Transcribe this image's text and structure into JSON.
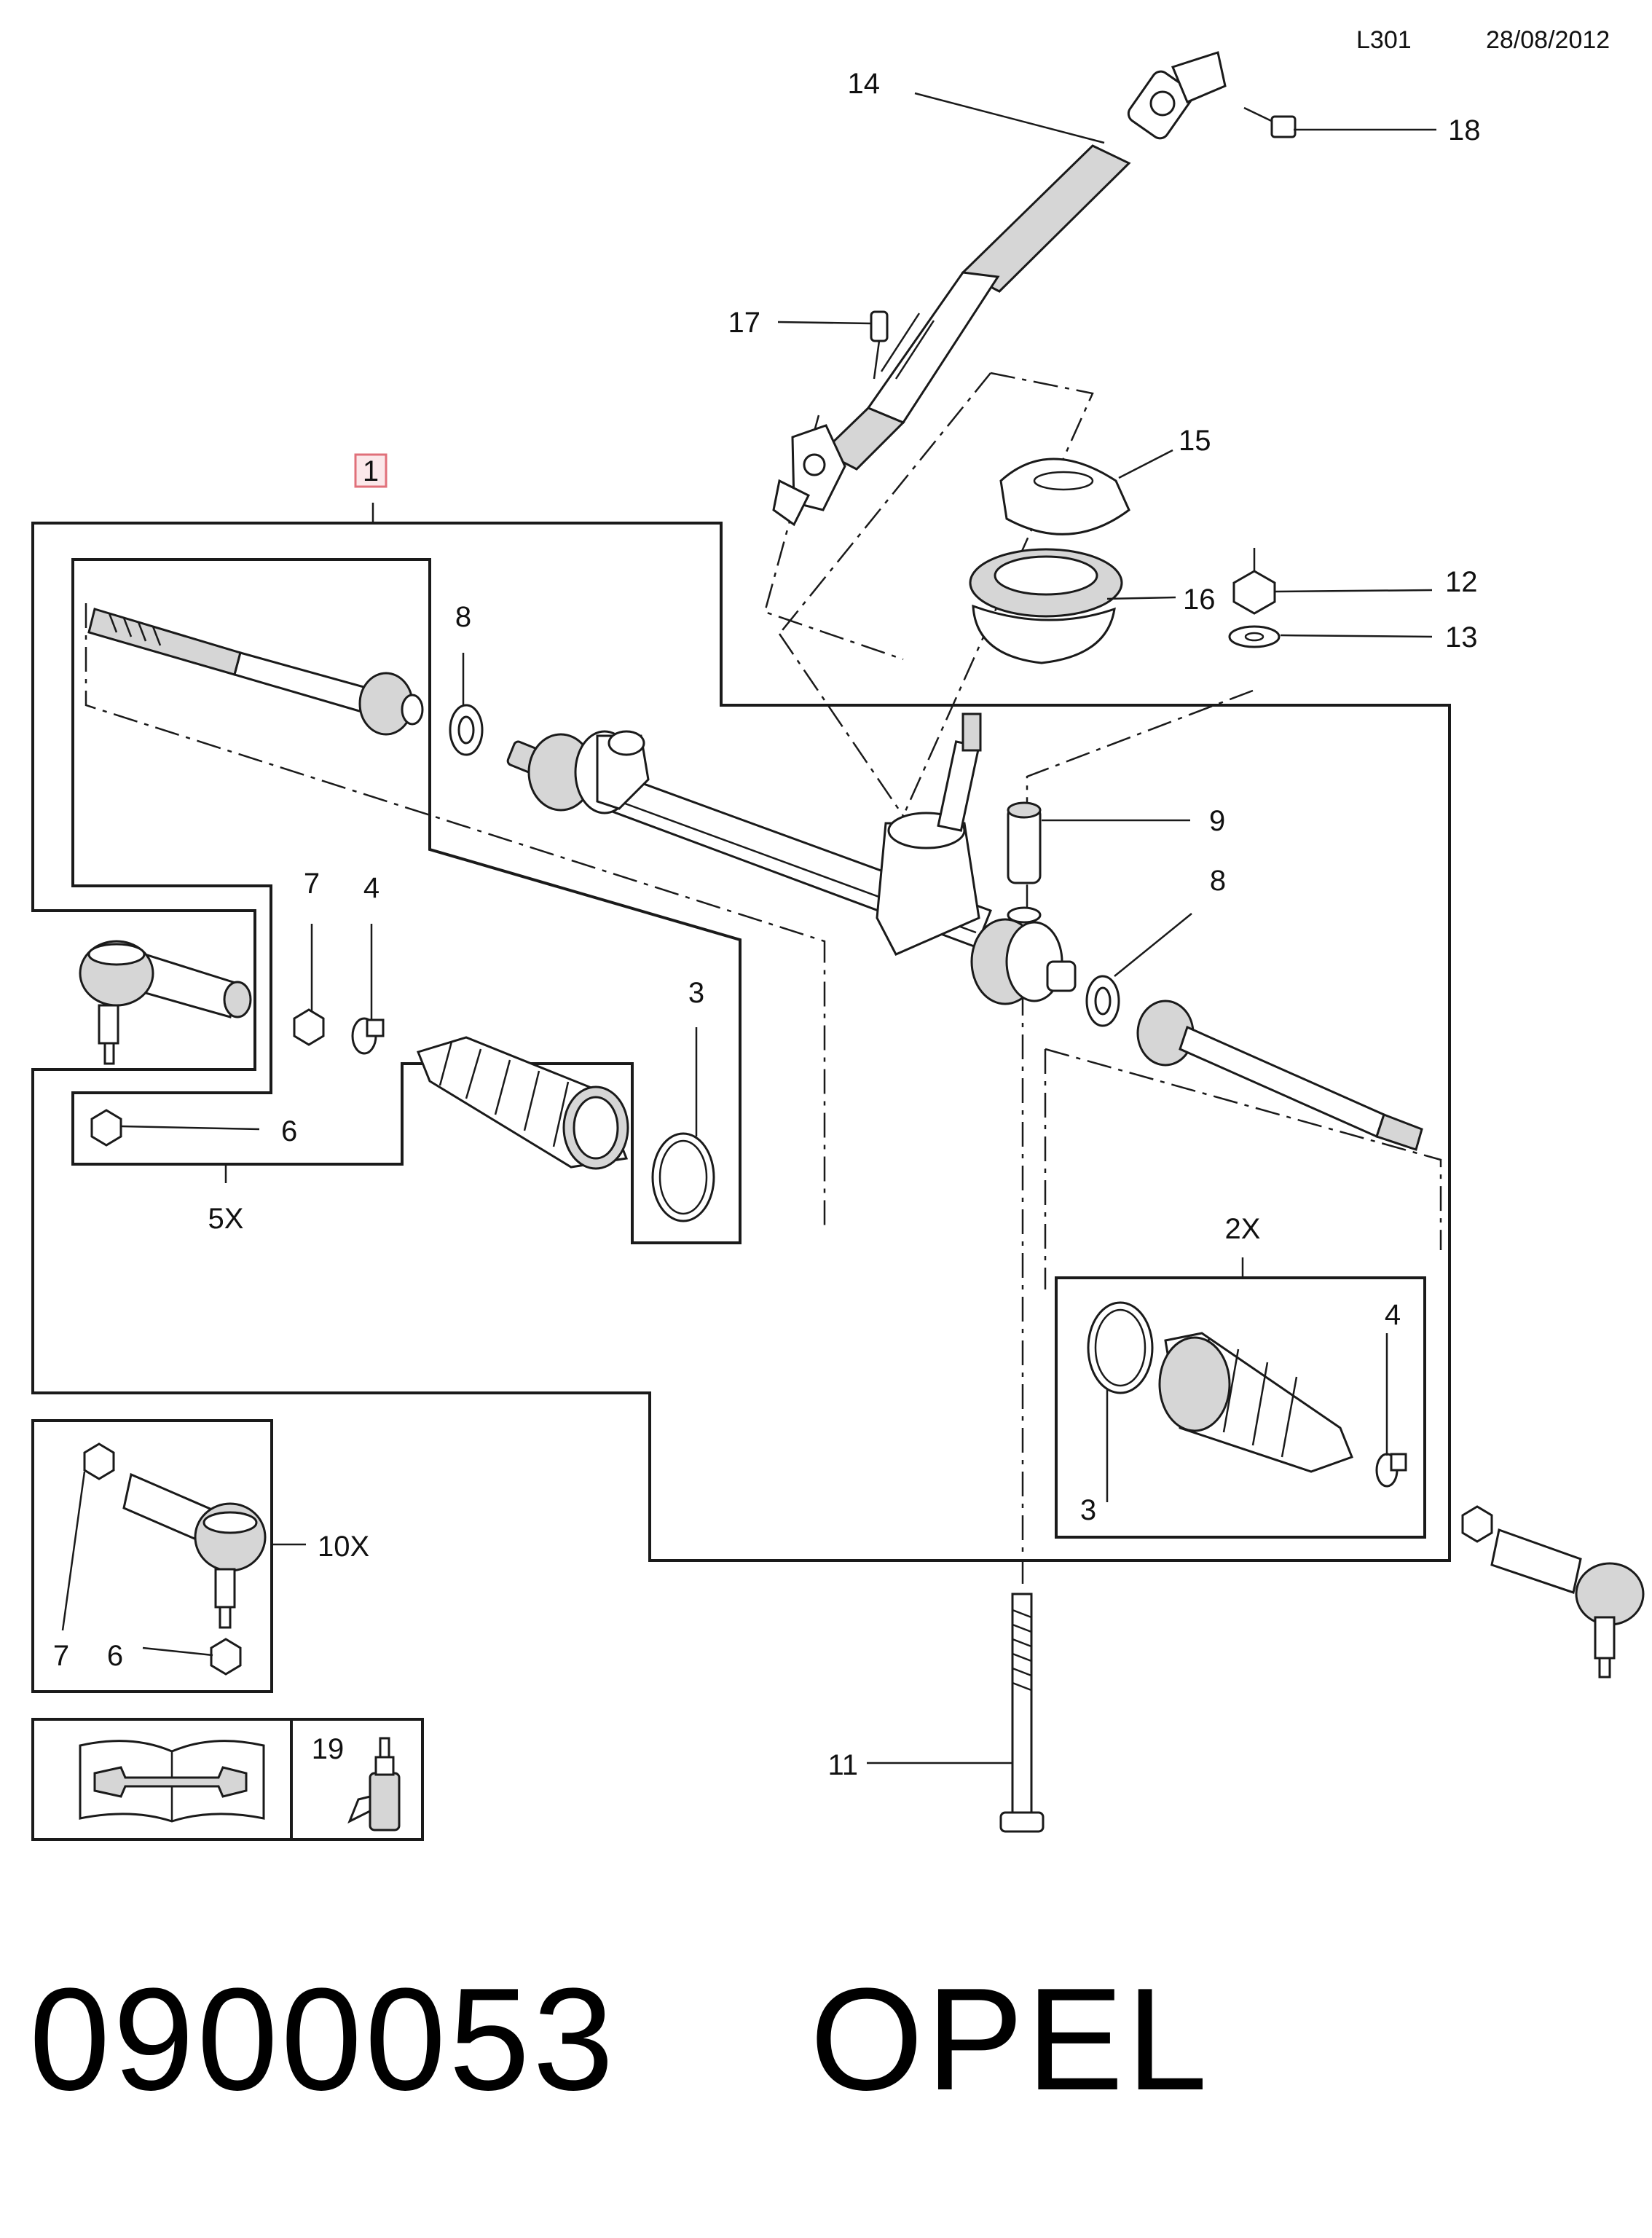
{
  "header": {
    "code": "L301",
    "date": "28/08/2012"
  },
  "footer": {
    "part_number": "0900053",
    "brand": "OPEL"
  },
  "callouts": {
    "c1": "1",
    "c3a": "3",
    "c3b": "3",
    "c4a": "4",
    "c4b": "4",
    "c6a": "6",
    "c6b": "6",
    "c7a": "7",
    "c7b": "7",
    "c8a": "8",
    "c8b": "8",
    "c9": "9",
    "c11": "11",
    "c12": "12",
    "c13": "13",
    "c14": "14",
    "c15": "15",
    "c16": "16",
    "c17": "17",
    "c18": "18",
    "c19": "19"
  },
  "quantities": {
    "q5x": "5X",
    "q2x": "2X",
    "q10x": "10X"
  },
  "colors": {
    "line": "#1a1a1a",
    "highlight": "#e0707a",
    "highlight_fill": "#fbe8ea"
  },
  "icons": [
    "repair-manual-icon",
    "sealant-bottle-icon"
  ]
}
